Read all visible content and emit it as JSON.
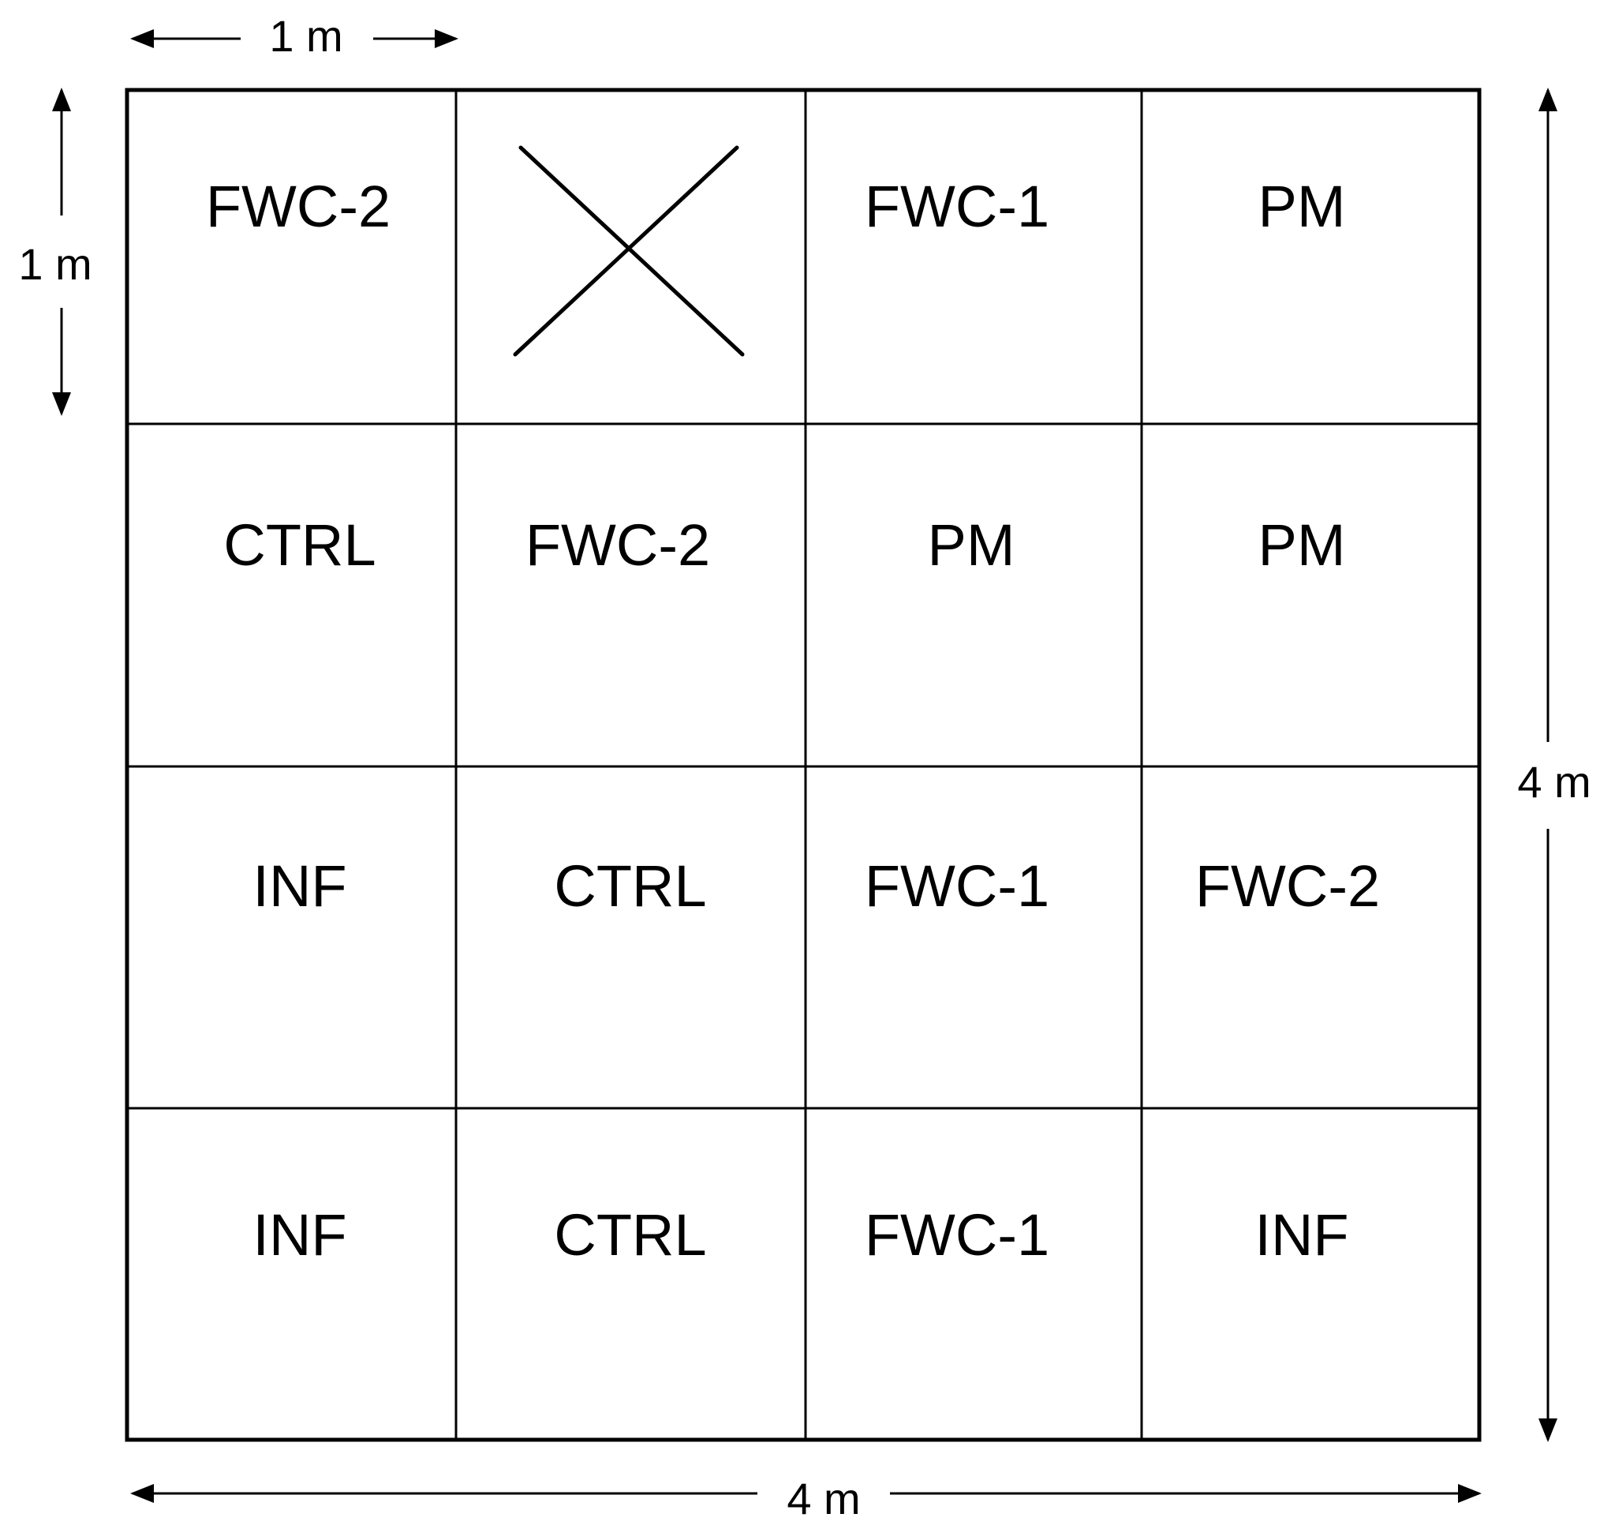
{
  "plot_grid": {
    "rows": [
      {
        "cells": [
          {
            "label": "FWC-2"
          },
          {
            "label": "",
            "icon": "x-cross-icon"
          },
          {
            "label": "FWC-1"
          },
          {
            "label": "PM"
          }
        ]
      },
      {
        "cells": [
          {
            "label": "CTRL"
          },
          {
            "label": "FWC-2"
          },
          {
            "label": "PM"
          },
          {
            "label": "PM"
          }
        ]
      },
      {
        "cells": [
          {
            "label": "INF"
          },
          {
            "label": "CTRL"
          },
          {
            "label": "FWC-1"
          },
          {
            "label": "FWC-2"
          }
        ]
      },
      {
        "cells": [
          {
            "label": "INF"
          },
          {
            "label": "CTRL"
          },
          {
            "label": "FWC-1"
          },
          {
            "label": "INF"
          }
        ]
      }
    ]
  },
  "dimensions": {
    "cell_width": "1 m",
    "cell_height": "1 m",
    "total_height": "4 m",
    "total_width": "4 m"
  },
  "colors": {
    "line": "#000000",
    "background": "#ffffff"
  }
}
